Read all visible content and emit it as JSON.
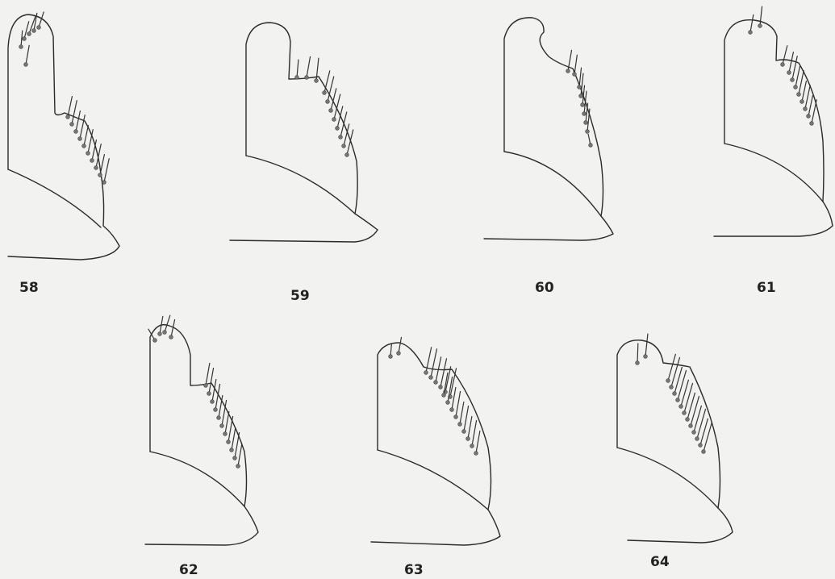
{
  "figures": [
    {
      "id": "58",
      "label": "58"
    },
    {
      "id": "59",
      "label": "59"
    },
    {
      "id": "60",
      "label": "60"
    },
    {
      "id": "61",
      "label": "61"
    },
    {
      "id": "62",
      "label": "62"
    },
    {
      "id": "63",
      "label": "63"
    },
    {
      "id": "64",
      "label": "64"
    }
  ],
  "colors": {
    "ink": "#2a2a2a",
    "paper": "#f2f2f0",
    "setae": "#777777"
  }
}
